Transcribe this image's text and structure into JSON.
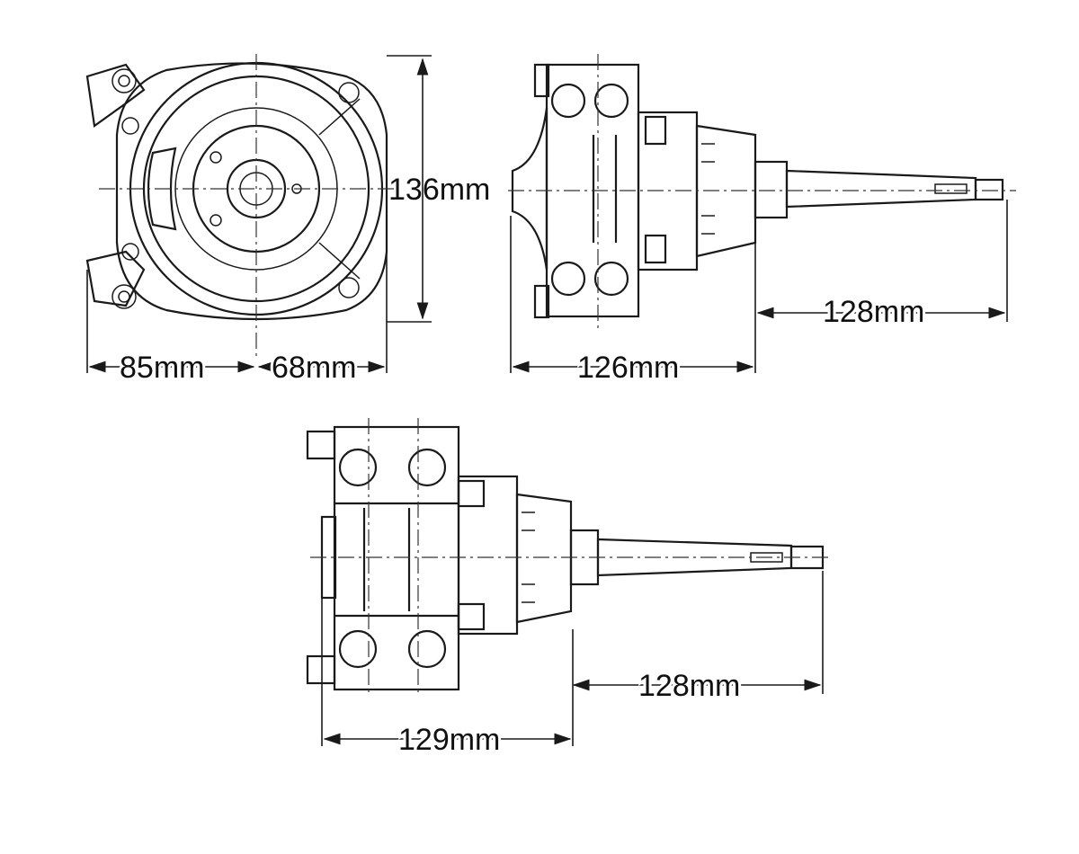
{
  "title": "Steering helm dimension drawing",
  "dimensions": {
    "front_height": "136mm",
    "front_left_width": "85mm",
    "front_right_width": "68mm",
    "side_body_width": "126mm",
    "side_shaft_length": "128mm",
    "bottom_shaft_length": "128mm",
    "bottom_body_width": "129mm"
  }
}
